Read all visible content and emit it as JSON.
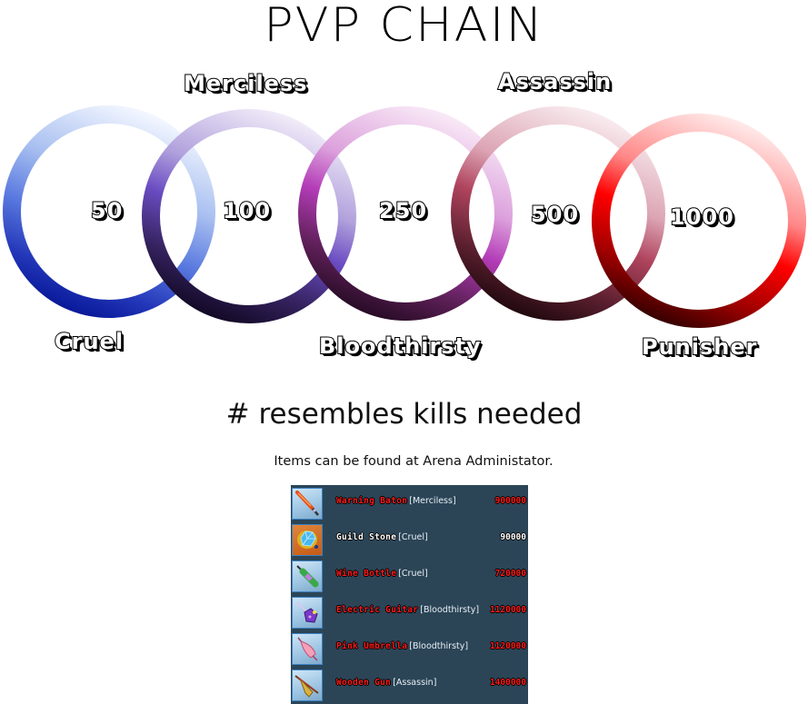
{
  "title": "PVP CHAIN",
  "chain": [
    {
      "label": "Cruel",
      "kills": "50",
      "colors": {
        "top": "#f2f6ff",
        "mid": "#5b7be0",
        "bottom": "#0a1a9a"
      }
    },
    {
      "label": "Merciless",
      "kills": "100",
      "colors": {
        "top": "#f0eaf8",
        "mid": "#6a4cc2",
        "bottom": "#140a28"
      }
    },
    {
      "label": "Bloodthirsty",
      "kills": "250",
      "colors": {
        "top": "#f8e8f6",
        "mid": "#b43cb8",
        "bottom": "#2a0c28"
      }
    },
    {
      "label": "Assassin",
      "kills": "500",
      "colors": {
        "top": "#f8eaee",
        "mid": "#b0445e",
        "bottom": "#240a10"
      }
    },
    {
      "label": "Punisher",
      "kills": "1000",
      "colors": {
        "top": "#ffe8e8",
        "mid": "#ff0000",
        "bottom": "#3a0000"
      }
    }
  ],
  "subtitle": "# resembles kills needed",
  "note": "Items can be found at Arena Administator.",
  "items": [
    {
      "name": "Warning Baton",
      "tag": "[Merciless]",
      "price": "900000",
      "name_color": "red",
      "price_color": "red",
      "icon": "baton-icon"
    },
    {
      "name": "Guild Stone",
      "tag": "[Cruel]",
      "price": "90000",
      "name_color": "white",
      "price_color": "white",
      "icon": "guild-stone-icon"
    },
    {
      "name": "Wine Bottle",
      "tag": "[Cruel]",
      "price": "720000",
      "name_color": "red",
      "price_color": "red",
      "icon": "wine-bottle-icon"
    },
    {
      "name": "Electric Guitar",
      "tag": "[Bloodthirsty]",
      "price": "1120000",
      "name_color": "red",
      "price_color": "red",
      "icon": "electric-guitar-icon"
    },
    {
      "name": "Pink Umbrella",
      "tag": "[Bloodthirsty]",
      "price": "1120000",
      "name_color": "red",
      "price_color": "red",
      "icon": "pink-umbrella-icon"
    },
    {
      "name": "Wooden Gun",
      "tag": "[Assassin]",
      "price": "1400000",
      "name_color": "red",
      "price_color": "red",
      "icon": "wooden-gun-icon"
    }
  ],
  "colors": {
    "panel_bg": "#2b4557",
    "price_red": "#ff1a1a",
    "icon_border": "#3b82c4"
  }
}
